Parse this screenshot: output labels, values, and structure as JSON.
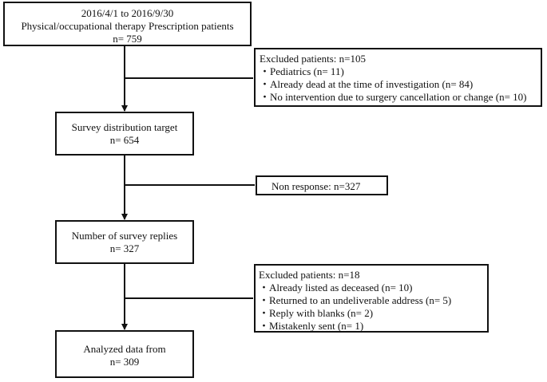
{
  "flow": {
    "box1": [
      "2016/4/1 to 2016/9/30",
      "Physical/occupational therapy Prescription patients",
      "n= 759"
    ],
    "box2": [
      "Survey distribution target",
      "n= 654"
    ],
    "box3": [
      "Number of survey replies",
      "n= 327"
    ],
    "box4": [
      "Analyzed data from",
      "n= 309"
    ]
  },
  "excluded": {
    "ex1": [
      "Excluded patients: n=105",
      "・Pediatrics (n= 11)",
      "・Already dead at the time of investigation (n= 84)",
      "・No intervention due to surgery cancellation or change (n= 10)"
    ],
    "ex2": [
      "Non response: n=327"
    ],
    "ex3": [
      "Excluded patients: n=18",
      "・Already listed as deceased (n= 10)",
      "・Returned to an undeliverable address (n= 5)",
      "・Reply with blanks (n= 2)",
      "・Mistakenly sent (n= 1)"
    ]
  },
  "colors": {
    "line": "#111111",
    "background": "#ffffff"
  }
}
